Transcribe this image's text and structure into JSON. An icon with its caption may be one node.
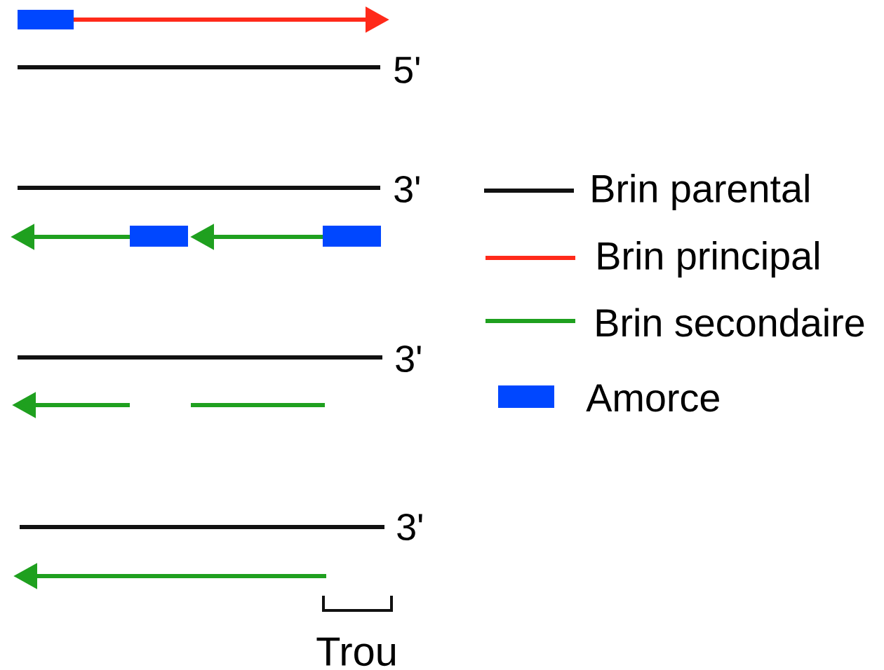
{
  "diagram": {
    "labels": [
      "5'",
      "3'",
      "3'",
      "3'",
      "Trou"
    ],
    "legend": [
      {
        "text": "Brin parental"
      },
      {
        "text": "Brin principal"
      },
      {
        "text": "Brin secondaire"
      },
      {
        "text": "Amorce",
        "color": "#0047ff"
      }
    ]
  }
}
